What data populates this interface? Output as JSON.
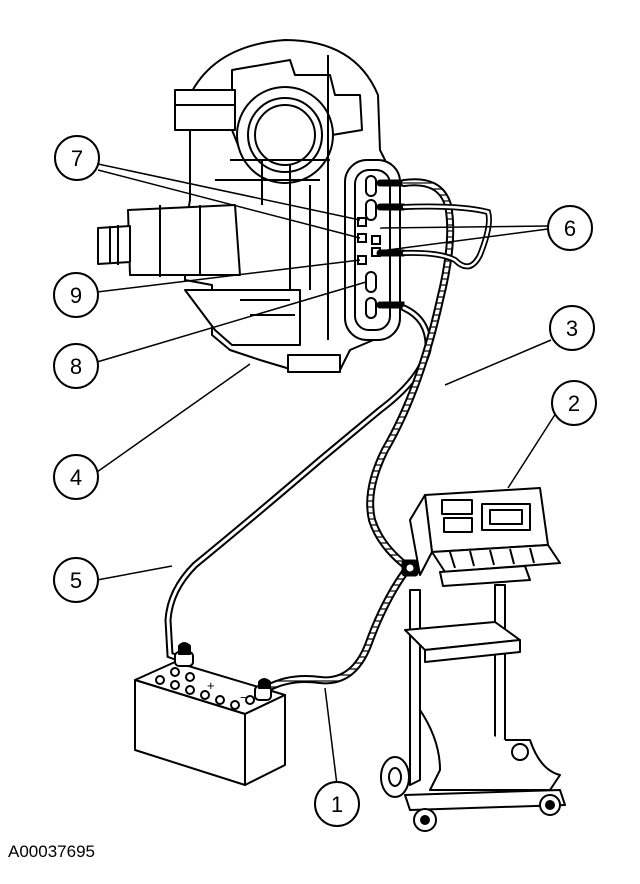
{
  "figure_id": "A00037695",
  "callouts": [
    {
      "key": "c1",
      "label": "1"
    },
    {
      "key": "c2",
      "label": "2"
    },
    {
      "key": "c3",
      "label": "3"
    },
    {
      "key": "c4",
      "label": "4"
    },
    {
      "key": "c5",
      "label": "5"
    },
    {
      "key": "c6",
      "label": "6"
    },
    {
      "key": "c7",
      "label": "7"
    },
    {
      "key": "c8",
      "label": "8"
    },
    {
      "key": "c9",
      "label": "9"
    }
  ],
  "battery_terminals": {
    "positive": "+",
    "negative": "−"
  }
}
